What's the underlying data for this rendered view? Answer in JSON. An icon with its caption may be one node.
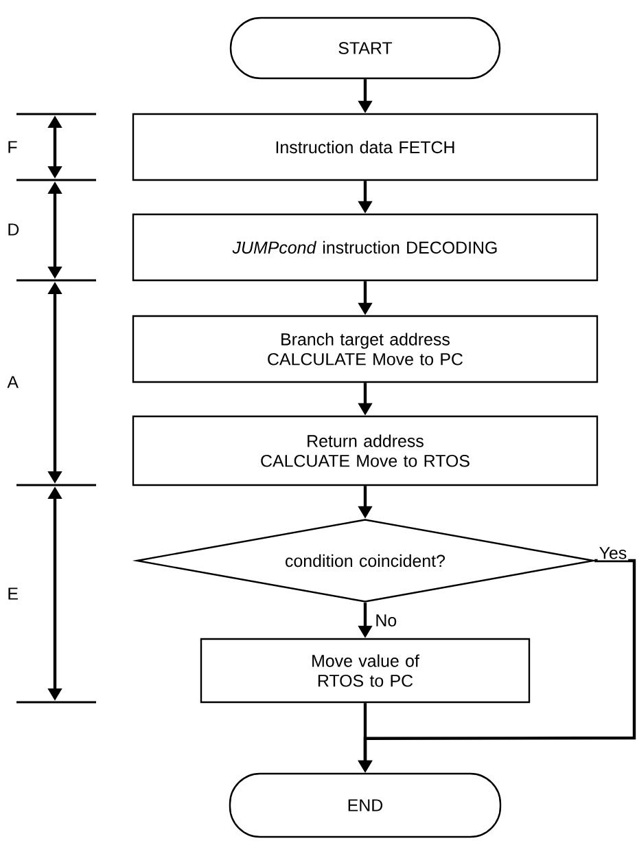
{
  "diagram": {
    "nodes": [
      {
        "text": [
          "START"
        ]
      },
      {
        "text": [
          "Instruction data FETCH"
        ]
      },
      {
        "text": [
          "*JUMPcond* instruction DECODING"
        ]
      },
      {
        "text": [
          "Branch target address CALCULATE Move to PC"
        ]
      },
      {
        "text": [
          "Return address CALCUATE Move to RTOS"
        ]
      },
      {
        "text": [
          "condition coincident?"
        ]
      },
      {
        "text": [
          "Move value of RTOS to PC"
        ]
      },
      {
        "text": [
          "END"
        ]
      }
    ],
    "edges": [
      {
        "from": 0,
        "to": 1,
        "arrow": "to"
      },
      {
        "from": 1,
        "to": 2,
        "arrow": "to"
      },
      {
        "from": 2,
        "to": 3,
        "arrow": "to"
      },
      {
        "from": 3,
        "to": 4,
        "arrow": "to"
      },
      {
        "from": 4,
        "to": 5,
        "arrow": "to"
      },
      {
        "from": 5,
        "to": 6,
        "arrow": "to",
        "label": "No"
      },
      {
        "from": 6,
        "to": 7,
        "arrow": "to"
      },
      {
        "from": 5,
        "to": 7,
        "arrow": "to",
        "label": "Yes"
      }
    ],
    "labels": [
      "F",
      "D",
      "A",
      "E"
    ]
  }
}
